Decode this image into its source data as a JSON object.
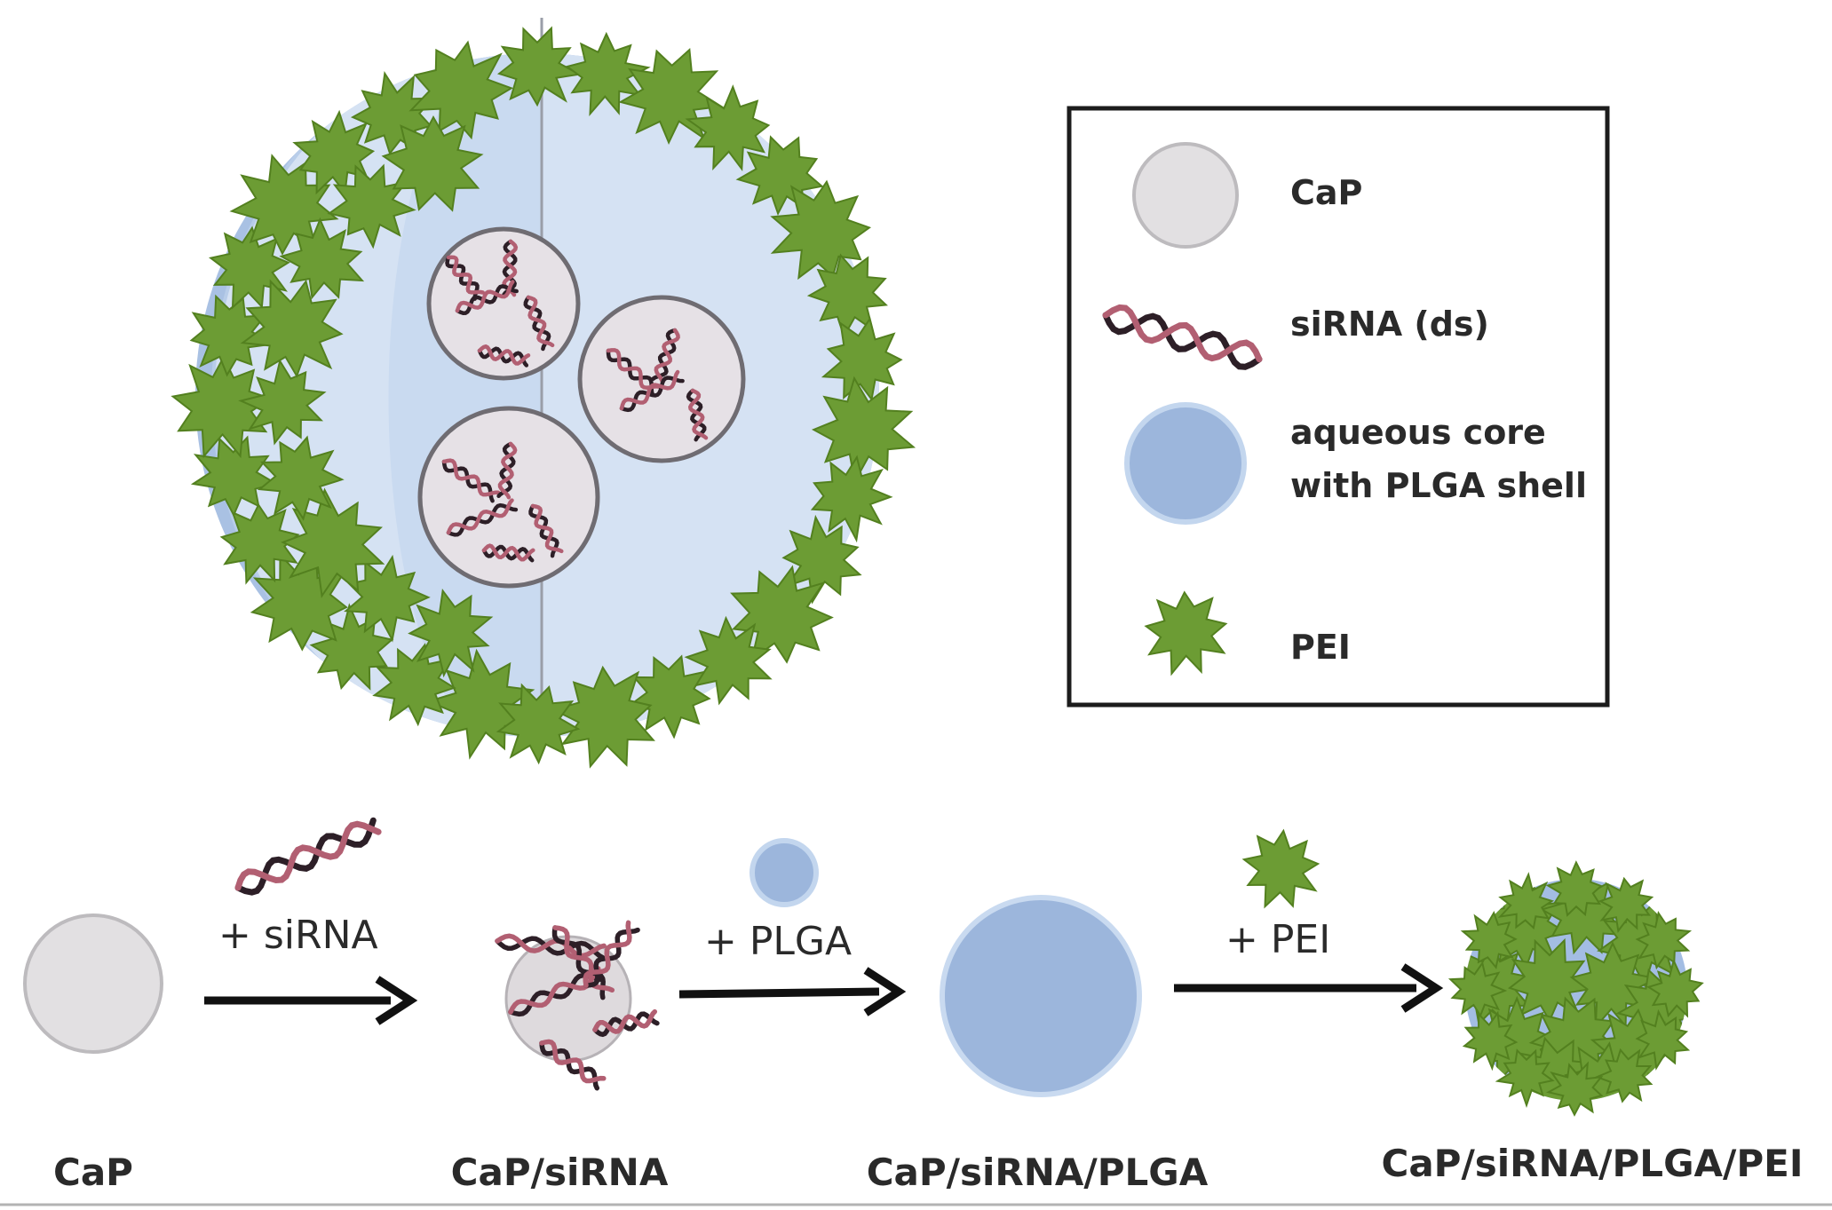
{
  "colors": {
    "cap": "#e2e0e2",
    "cap_stroke": "#bdbbbe",
    "cap_inner_edge": "#6f6c72",
    "aqueous": "#9cb6dc",
    "aqueous_light": "#d6e3f3",
    "aqueous_stroke": "#c3d6ee",
    "pei": "#6c9c34",
    "pei_dark": "#53801f",
    "sirna_a": "#2d1f27",
    "sirna_b": "#b25f72",
    "arrow": "#111111",
    "text": "#2a2a2a"
  },
  "legend": {
    "items": [
      {
        "icon": "cap-circle-icon",
        "label": "CaP"
      },
      {
        "icon": "sirna-double-strand-icon",
        "label": "siRNA (ds)"
      },
      {
        "icon": "aqueous-core-icon",
        "label_lines": [
          "aqueous core",
          "with PLGA shell"
        ]
      },
      {
        "icon": "pei-icon",
        "label": "PEI"
      }
    ]
  },
  "process": {
    "steps": [
      {
        "reagent_icon": "sirna-icon",
        "label": "+ siRNA"
      },
      {
        "reagent_icon": "plga-sphere-icon",
        "label": "+ PLGA"
      },
      {
        "reagent_icon": "pei-icon",
        "label": "+ PEI"
      }
    ],
    "stages": [
      {
        "icon": "cap-particle-icon",
        "label": "CaP"
      },
      {
        "icon": "cap-sirna-particle-icon",
        "label": "CaP/siRNA"
      },
      {
        "icon": "plga-particle-icon",
        "label": "CaP/siRNA/PLGA"
      },
      {
        "icon": "pei-coated-particle-icon",
        "label": "CaP/siRNA/PLGA/PEI"
      }
    ]
  }
}
